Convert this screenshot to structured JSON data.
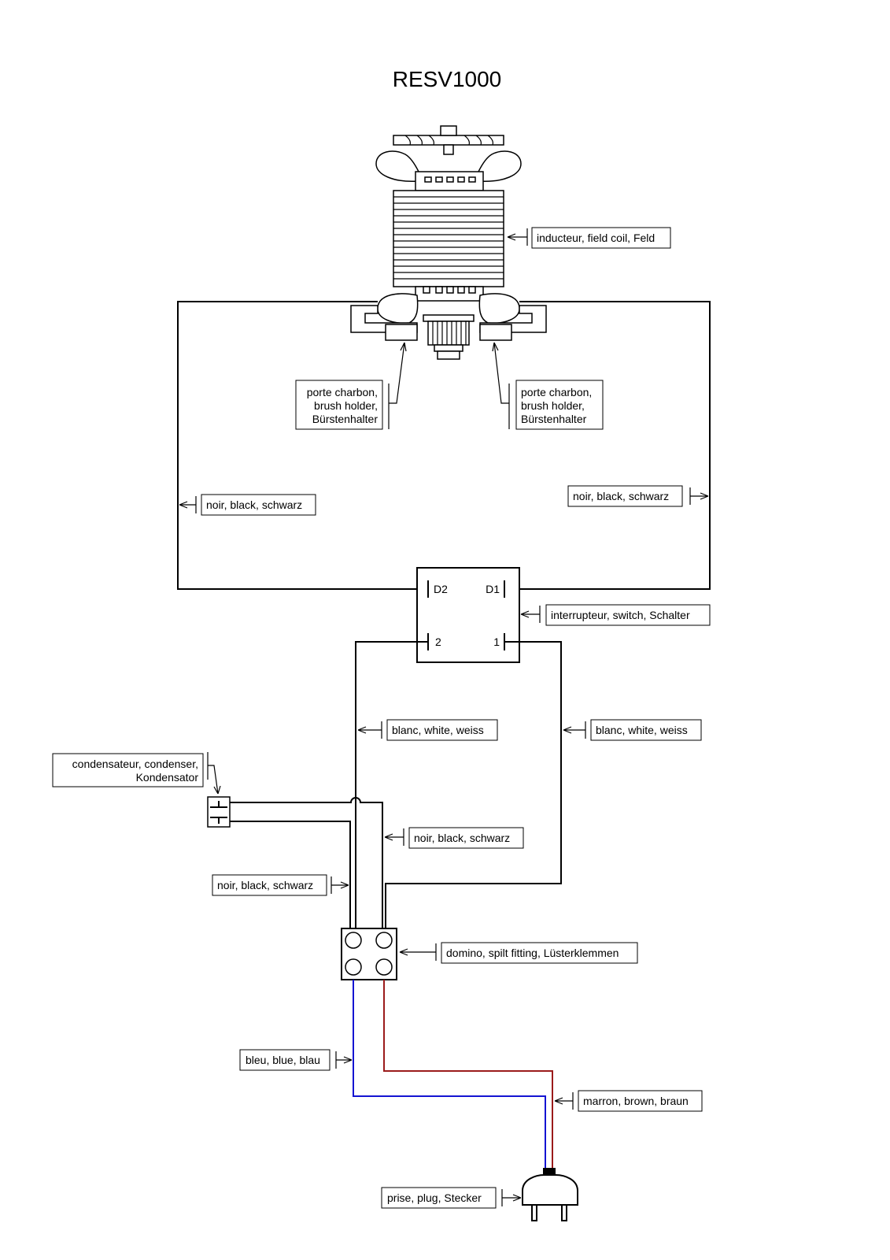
{
  "title": "RESV1000",
  "labels": {
    "field_coil": "inducteur, field coil, Feld",
    "brush_holder_left": [
      "porte charbon,",
      "brush holder,",
      "Bürstenhalter"
    ],
    "brush_holder_right": [
      "porte charbon,",
      "brush holder,",
      "Bürstenhalter"
    ],
    "wire_black_left": "noir, black, schwarz",
    "wire_black_right": "noir, black, schwarz",
    "switch": "interrupteur, switch, Schalter",
    "wire_white_left": "blanc, white, weiss",
    "wire_white_right": "blanc, white, weiss",
    "condenser": [
      "condensateur, condenser,",
      "Kondensator"
    ],
    "wire_black_mid": "noir, black, schwarz",
    "wire_black_low": "noir, black, schwarz",
    "domino": "domino, spilt fitting, Lüsterklemmen",
    "wire_blue": "bleu, blue, blau",
    "wire_brown": "marron, brown, braun",
    "plug": "prise, plug, Stecker"
  },
  "switch_terminals": {
    "d2": "D2",
    "d1": "D1",
    "t2": "2",
    "t1": "1"
  },
  "colors": {
    "wire": "#000000",
    "blue": "#1414d2",
    "brown": "#9b1b1b"
  }
}
